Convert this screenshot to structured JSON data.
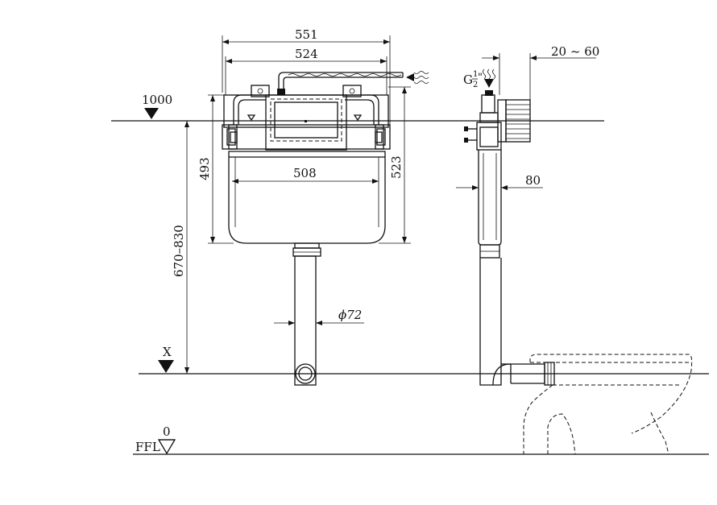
{
  "dimensions": {
    "width_551": "551",
    "width_524": "524",
    "width_508": "508",
    "height_493": "493",
    "height_523": "523",
    "height_range": "670–830",
    "pipe_diameter": "ϕ72",
    "depth_range": "20 ~ 60",
    "depth_80": "80"
  },
  "levels": {
    "top_level": "1000",
    "x_level": "X",
    "floor_label": "FFL",
    "floor_value": "0"
  },
  "thread": {
    "prefix": "G",
    "numerator": "1",
    "denominator": "2",
    "suffix": "\""
  },
  "colors": {
    "line": "#111111",
    "background": "#ffffff"
  }
}
